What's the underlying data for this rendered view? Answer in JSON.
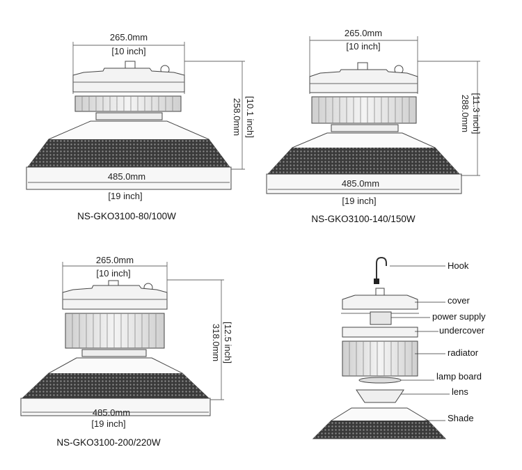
{
  "lamps": [
    {
      "model": "NS-GKO3100-80/100W",
      "top_width": "265.0mm",
      "top_width_inch": "[10 inch]",
      "bottom_width": "485.0mm",
      "bottom_width_inch": "[19 inch]",
      "height": "258.0mm",
      "height_inch": "[10.1 inch]"
    },
    {
      "model": "NS-GKO3100-140/150W",
      "top_width": "265.0mm",
      "top_width_inch": "[10 inch]",
      "bottom_width": "485.0mm",
      "bottom_width_inch": "[19 inch]",
      "height": "288.0mm",
      "height_inch": "[11.3 inch]"
    },
    {
      "model": "NS-GKO3100-200/220W",
      "top_width": "265.0mm",
      "top_width_inch": "[10 inch]",
      "bottom_width": "485.0mm",
      "bottom_width_inch": "[19 inch]",
      "height": "318.0mm",
      "height_inch": "[12.5 inch]"
    }
  ],
  "parts": [
    "Hook",
    "cover",
    "power supply",
    "undercover",
    "radiator",
    "lamp board",
    "lens",
    "Shade"
  ]
}
